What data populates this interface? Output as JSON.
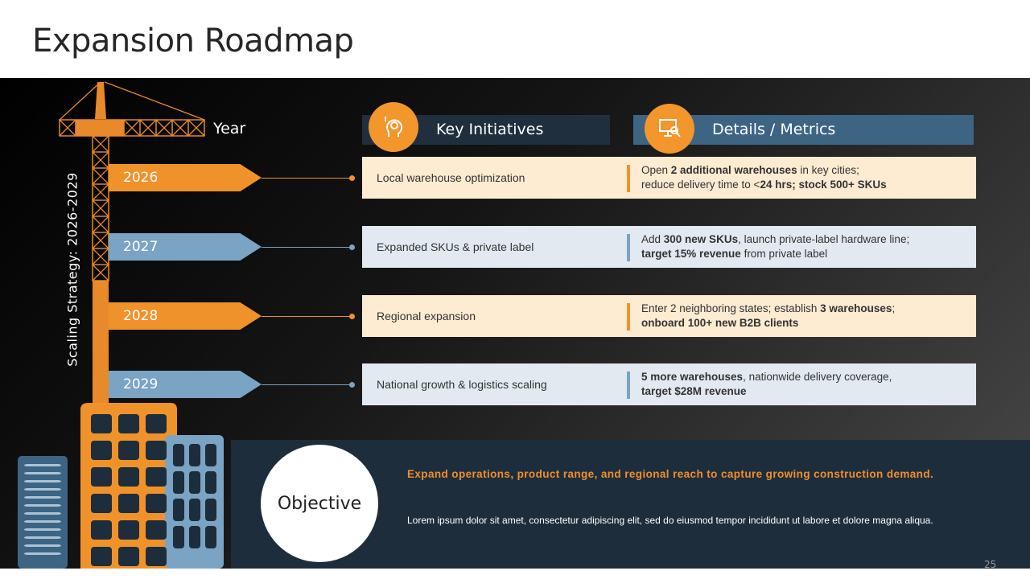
{
  "title": "Expansion Roadmap",
  "side_label": "Scaling Strategy: 2026-2029",
  "year_label": "Year",
  "headers": {
    "initiatives": "Key Initiatives",
    "details": "Details / Metrics"
  },
  "rows": [
    {
      "year": "2026",
      "initiative": "Local warehouse optimization",
      "details": [
        {
          "t": "Open "
        },
        {
          "b": "2 additional warehouses"
        },
        {
          "t": " in key cities;\nreduce delivery time to <"
        },
        {
          "b": "24 hrs; stock 500+ SKUs"
        }
      ]
    },
    {
      "year": "2027",
      "initiative": "Expanded SKUs & private label",
      "details": [
        {
          "t": "Add "
        },
        {
          "b": "300 new SKUs"
        },
        {
          "t": ", launch private-label hardware line;\n"
        },
        {
          "b": "target 15% revenue"
        },
        {
          "t": " from private label"
        }
      ]
    },
    {
      "year": "2028",
      "initiative": "Regional expansion",
      "details": [
        {
          "t": "Enter 2 neighboring states; establish "
        },
        {
          "b": "3 warehouses"
        },
        {
          "t": ";\n"
        },
        {
          "b": "onboard 100+ new B2B clients"
        }
      ]
    },
    {
      "year": "2029",
      "initiative": "National growth & logistics scaling",
      "details": [
        {
          "b": "5 more warehouses"
        },
        {
          "t": ", nationwide delivery coverage,\n"
        },
        {
          "b": "target $28M revenue"
        }
      ]
    }
  ],
  "objective": {
    "label": "Objective",
    "headline": "Expand operations, product range, and regional reach to capture growing construction demand.",
    "body": "Lorem ipsum dolor sit amet, consectetur adipiscing elit, sed do eiusmod tempor incididunt ut labore et dolore magna aliqua."
  },
  "page_number": "25",
  "colors": {
    "orange": "#f0922a",
    "blue": "#7aa3c4",
    "navy": "#1e2d3b"
  }
}
